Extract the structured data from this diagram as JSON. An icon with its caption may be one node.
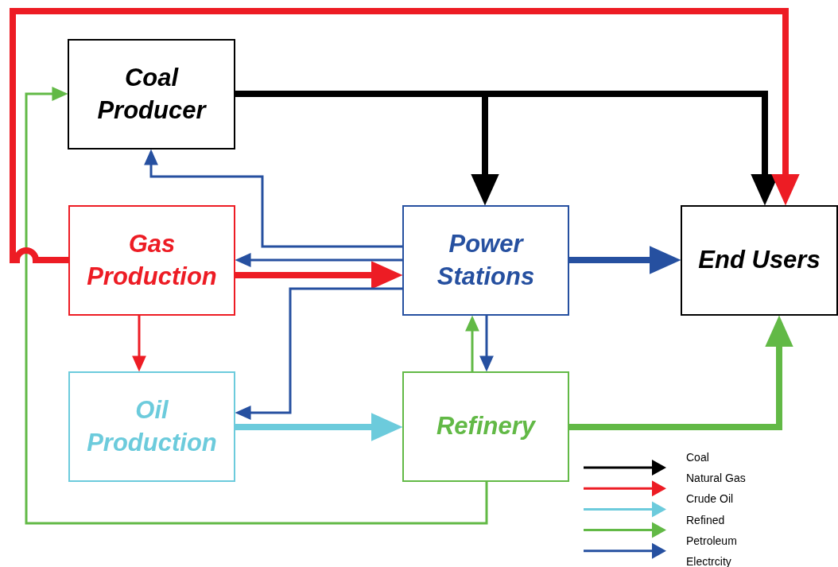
{
  "diagram": {
    "nodes": [
      {
        "text": [
          "Coal Producer"
        ]
      },
      {
        "text": [
          "Gas Production"
        ]
      },
      {
        "text": [
          "Power Stations"
        ]
      },
      {
        "text": [
          "End Users"
        ]
      },
      {
        "text": [
          "Oil Production"
        ]
      },
      {
        "text": [
          "Refinery"
        ]
      }
    ],
    "edges": [
      {
        "from": 0,
        "to": 2,
        "arrow": "to",
        "style": "thick",
        "color": "#000000"
      },
      {
        "from": 0,
        "to": 3,
        "arrow": "to",
        "style": "thick",
        "color": "#000000"
      },
      {
        "from": 1,
        "to": 3,
        "arrow": "to",
        "style": "thick",
        "color": "#ed1c24"
      },
      {
        "from": 1,
        "to": 2,
        "arrow": "to",
        "style": "thick",
        "color": "#ed1c24"
      },
      {
        "from": 1,
        "to": 4,
        "arrow": "to",
        "color": "#ed1c24"
      },
      {
        "from": 2,
        "to": 0,
        "arrow": "to"
      },
      {
        "from": 2,
        "to": 1,
        "arrow": "to"
      },
      {
        "from": 2,
        "to": 4,
        "arrow": "to"
      },
      {
        "from": 2,
        "to": 3,
        "arrow": "to",
        "style": "thick"
      },
      {
        "from": 2,
        "to": 5,
        "arrow": "to"
      },
      {
        "from": 5,
        "to": 2,
        "arrow": "to",
        "color": "#62b946"
      },
      {
        "from": 4,
        "to": 5,
        "arrow": "to",
        "style": "thick",
        "color": "#6ccbdc"
      },
      {
        "from": 5,
        "to": 3,
        "arrow": "to",
        "style": "thick",
        "color": "#62b946"
      },
      {
        "from": 5,
        "to": 0,
        "arrow": "to",
        "color": "#62b946"
      }
    ],
    "legend": [
      {
        "text": "Coal"
      },
      {
        "text": "Natural Gas"
      },
      {
        "text": "Crude Oil"
      },
      {
        "text": "Refined"
      },
      {
        "text": "Petroleum"
      },
      {
        "text": "Electrcity"
      }
    ]
  }
}
